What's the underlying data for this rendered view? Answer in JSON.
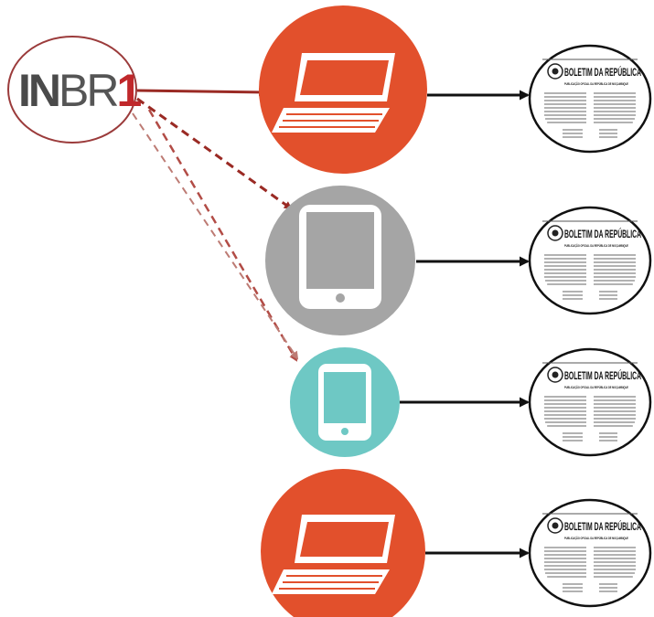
{
  "colors": {
    "laptop_circle": "#e2502c",
    "tablet_circle": "#a5a5a5",
    "phone_circle": "#6ec8c4",
    "arrow_primary": "#9a2a24",
    "arrow_dashed_1": "#9a2a24",
    "arrow_dashed_2": "#b24c46",
    "arrow_dashed_3": "#bd7b74",
    "arrow_black": "#111111",
    "logo_border": "#9b3b3b",
    "logo_in": "#4a4a4a",
    "logo_br": "#555555",
    "logo_one": "#c0282b"
  },
  "logo": {
    "in": "IN",
    "br": "BR",
    "one": "1"
  },
  "documents": [
    {
      "title": "BOLETIM DA REPÚBLICA",
      "subtitle": "PUBLICAÇÃO OFICIAL DA REPÚBLICA DE MOÇAMBIQUE"
    },
    {
      "title": "BOLETIM DA REPÚBLICA",
      "subtitle": "PUBLICAÇÃO OFICIAL DA REPÚBLICA DE MOÇAMBIQUE"
    },
    {
      "title": "BOLETIM DA REPÚBLICA",
      "subtitle": "PUBLICAÇÃO OFICIAL DA REPÚBLICA DE MOÇAMBIQUE"
    },
    {
      "title": "BOLETIM DA REPÚBLICA",
      "subtitle": "PUBLICAÇÃO OFICIAL DA REPÚBLICA DE MOÇAMBIQUE"
    }
  ],
  "devices": [
    {
      "type": "laptop-icon"
    },
    {
      "type": "tablet-icon"
    },
    {
      "type": "phone-icon"
    },
    {
      "type": "laptop-icon"
    }
  ]
}
